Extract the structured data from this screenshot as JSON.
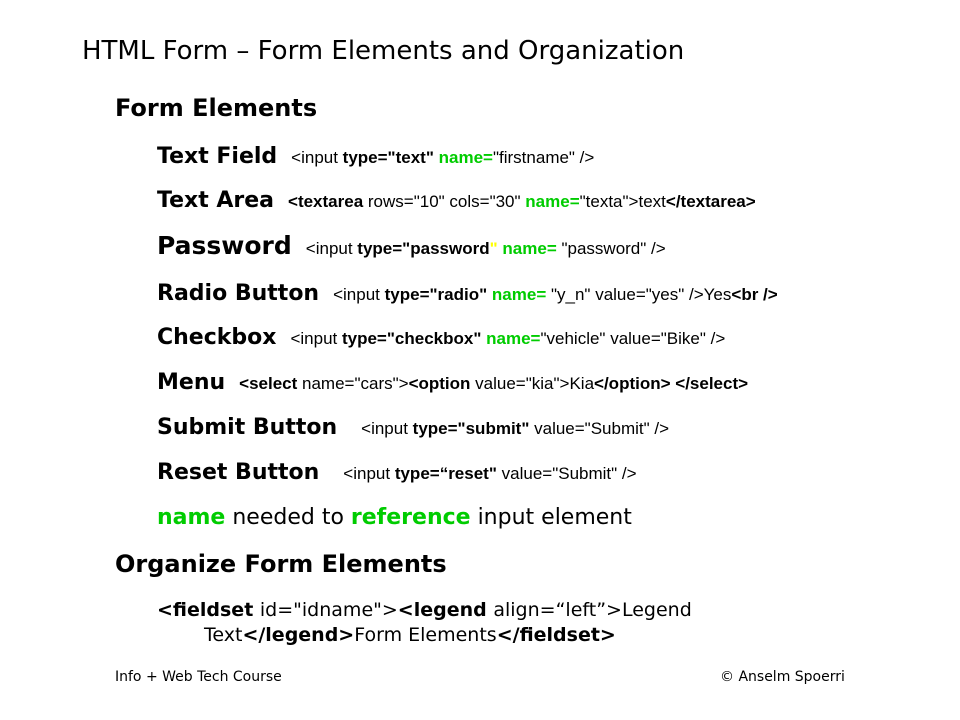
{
  "title": "HTML Form – Form Elements and Organization",
  "section1": {
    "heading": "Form Elements",
    "rows": {
      "text_field": {
        "label": "Text Field",
        "p1": "<input ",
        "p2": "type=\"text\"",
        "p3": " ",
        "p4": "name=",
        "p5": "\"firstname\" />"
      },
      "text_area": {
        "label": "Text Area",
        "p1": "<textarea ",
        "p2": "rows=\"10\" cols=\"30\" ",
        "p3": "name=",
        "p4": "\"texta\">text",
        "p5": "</textarea>"
      },
      "password": {
        "label": "Password",
        "p1": "<input ",
        "p2": "type=\"password",
        "p3": "\"",
        "p4": " ",
        "p5": "name=",
        "p6": " \"password\" />"
      },
      "radio": {
        "label": "Radio Button",
        "p1": "<input ",
        "p2": "type=\"radio\"",
        "p3": " ",
        "p4": "name=",
        "p5": " \"y_n\" value=\"yes\" />Yes",
        "p6": "<br />"
      },
      "checkbox": {
        "label": "Checkbox",
        "p1": "<input ",
        "p2": "type=\"checkbox\"",
        "p3": " ",
        "p4": "name=",
        "p5": "\"vehicle\" value=\"Bike\" />"
      },
      "menu": {
        "label": "Menu",
        "p1": "<select ",
        "p2": "name=",
        "p3": "\"cars\">",
        "p4": "<option ",
        "p5": "value=\"kia\">Kia",
        "p6": "</option>",
        "p7": " ",
        "p8": "</select>"
      },
      "submit": {
        "label": "Submit Button",
        "p1": "<input ",
        "p2": "type=\"submit\"",
        "p3": " value=\"Submit\" />"
      },
      "reset": {
        "label": "Reset Button",
        "p1": "<input ",
        "p2": "type=“reset\"",
        "p3": " value=\"Submit\" />"
      }
    },
    "note": {
      "w1": "name",
      "w2": " needed to ",
      "w3": "reference",
      "w4": " input element"
    }
  },
  "section2": {
    "heading": "Organize Form Elements",
    "code": {
      "l1a": "<fieldset ",
      "l1b": "id=\"idname\">",
      "l1c": "<legend ",
      "l1d": " align=“left”>",
      "l1e": "Legend",
      "l2a": "Text",
      "l2b": "</legend>",
      "l2c": "Form Elements",
      "l2d": "</fieldset>"
    }
  },
  "footer": {
    "left": "Info + Web Tech Course",
    "right": "© Anselm Spoerri"
  },
  "colors": {
    "attribute_highlight": "#00cc00",
    "stray_quote": "#ffff00",
    "text": "#000000",
    "background": "#ffffff"
  }
}
